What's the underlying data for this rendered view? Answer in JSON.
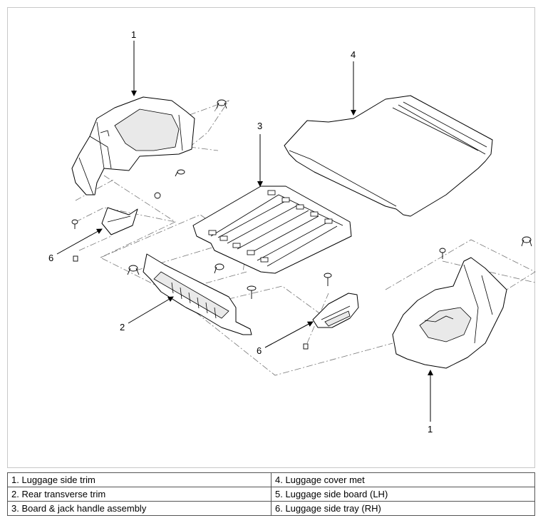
{
  "callouts": [
    {
      "id": "c1a",
      "text": "1"
    },
    {
      "id": "c4",
      "text": "4"
    },
    {
      "id": "c3",
      "text": "3"
    },
    {
      "id": "c6a",
      "text": "6"
    },
    {
      "id": "c2",
      "text": "2"
    },
    {
      "id": "c6b",
      "text": "6"
    },
    {
      "id": "c1b",
      "text": "1"
    }
  ],
  "legend": {
    "rows": [
      [
        "1. Luggage side trim",
        "4. Luggage cover met"
      ],
      [
        "2. Rear transverse trim",
        "5. Luggage side board (LH)"
      ],
      [
        "3. Board & jack handle assembly",
        "6. Luggage side tray (RH)"
      ]
    ]
  }
}
